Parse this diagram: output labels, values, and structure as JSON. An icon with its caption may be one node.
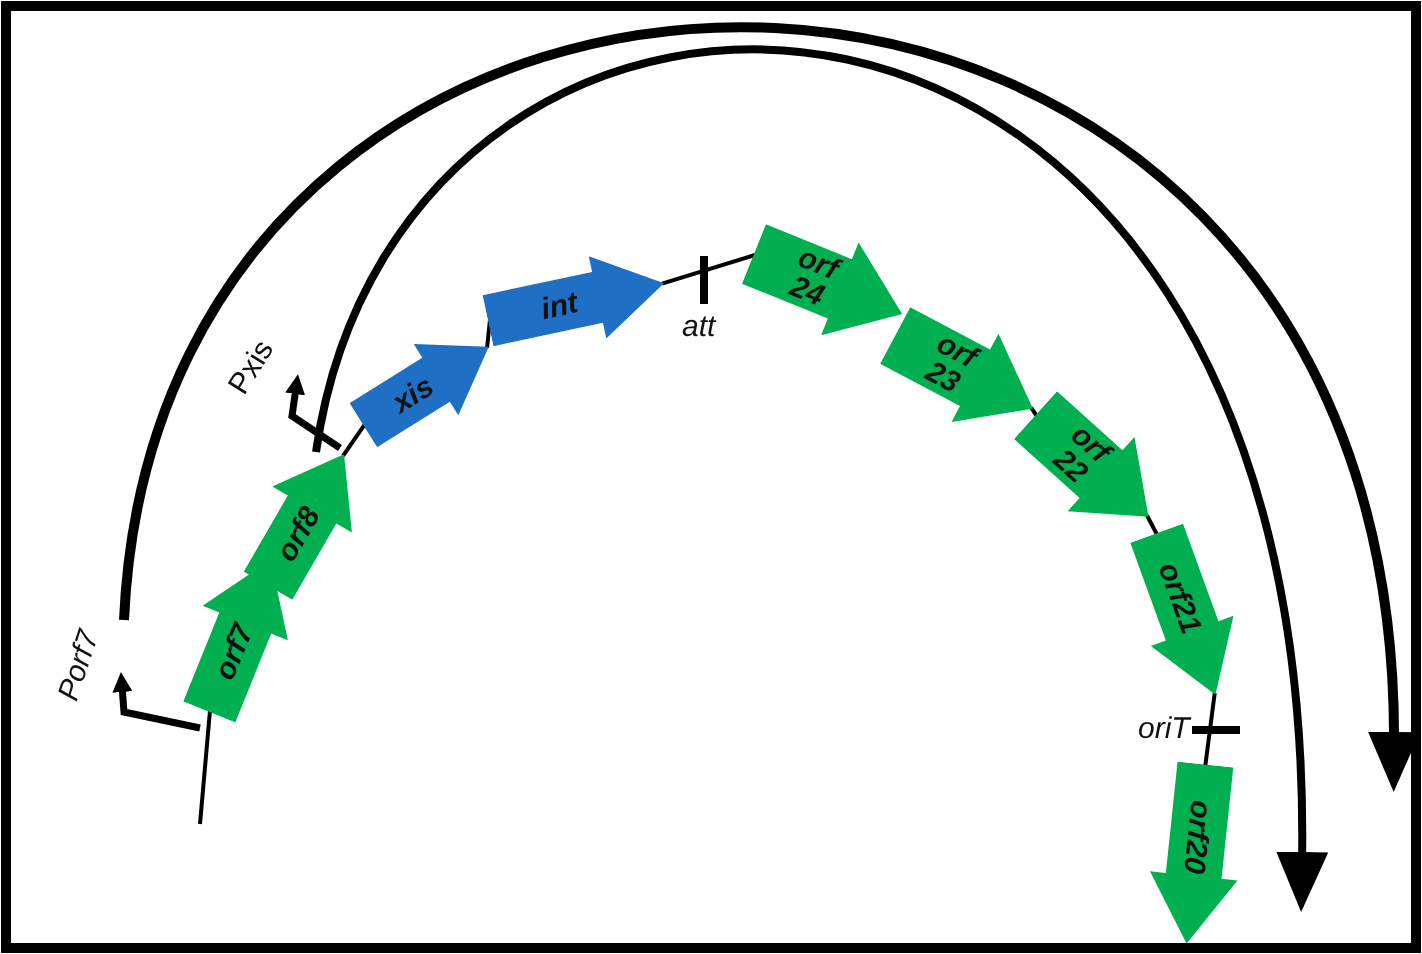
{
  "diagram": {
    "nodes": [
      {
        "text": [
          "orf7"
        ]
      },
      {
        "text": [
          "orf8"
        ]
      },
      {
        "text": [
          "xis"
        ]
      },
      {
        "text": [
          "int"
        ]
      },
      {
        "text": [
          "orf 24"
        ]
      },
      {
        "text": [
          "orf 23"
        ]
      },
      {
        "text": [
          "orf 22"
        ]
      },
      {
        "text": [
          "orf21"
        ]
      },
      {
        "text": [
          "orf20"
        ]
      }
    ],
    "edges": [
      {
        "from": null,
        "to": 0,
        "arrow": "none"
      },
      {
        "from": 1,
        "to": 2,
        "arrow": "none"
      },
      {
        "from": 2,
        "to": 3,
        "arrow": "none"
      },
      {
        "from": 3,
        "to": 4,
        "arrow": "none"
      },
      {
        "from": 5,
        "to": 6,
        "arrow": "none"
      },
      {
        "from": 6,
        "to": 7,
        "arrow": "none"
      },
      {
        "from": 7,
        "to": 8,
        "arrow": "none"
      }
    ],
    "labels": [
      "Porf7",
      "Pxis",
      "att",
      "oriT"
    ]
  }
}
